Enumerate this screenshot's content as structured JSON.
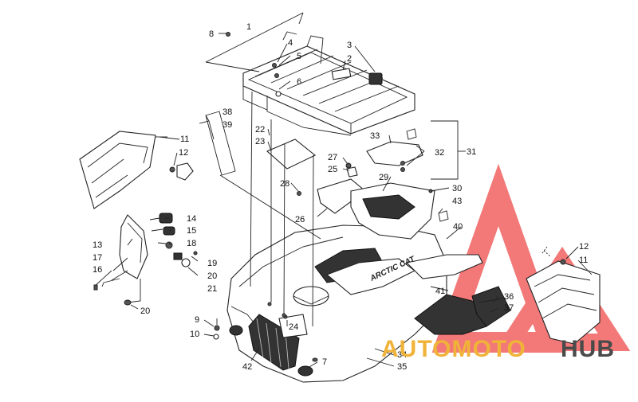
{
  "diagram": {
    "callouts": [
      {
        "id": "c1",
        "text": "1"
      },
      {
        "id": "c2",
        "text": "2"
      },
      {
        "id": "c3",
        "text": "3"
      },
      {
        "id": "c4",
        "text": "4"
      },
      {
        "id": "c5",
        "text": "5"
      },
      {
        "id": "c6",
        "text": "6"
      },
      {
        "id": "c7",
        "text": "7"
      },
      {
        "id": "c8",
        "text": "8"
      },
      {
        "id": "c9",
        "text": "9"
      },
      {
        "id": "c10",
        "text": "10"
      },
      {
        "id": "c11a",
        "text": "11"
      },
      {
        "id": "c11b",
        "text": "11"
      },
      {
        "id": "c12a",
        "text": "12"
      },
      {
        "id": "c12b",
        "text": "12"
      },
      {
        "id": "c13",
        "text": "13"
      },
      {
        "id": "c14",
        "text": "14"
      },
      {
        "id": "c15",
        "text": "15"
      },
      {
        "id": "c16",
        "text": "16"
      },
      {
        "id": "c17",
        "text": "17"
      },
      {
        "id": "c18",
        "text": "18"
      },
      {
        "id": "c19",
        "text": "19"
      },
      {
        "id": "c20a",
        "text": "20"
      },
      {
        "id": "c20b",
        "text": "20"
      },
      {
        "id": "c21",
        "text": "21"
      },
      {
        "id": "c22",
        "text": "22"
      },
      {
        "id": "c23",
        "text": "23"
      },
      {
        "id": "c24",
        "text": "24"
      },
      {
        "id": "c25",
        "text": "25"
      },
      {
        "id": "c26",
        "text": "26"
      },
      {
        "id": "c27",
        "text": "27"
      },
      {
        "id": "c28",
        "text": "28"
      },
      {
        "id": "c29",
        "text": "29"
      },
      {
        "id": "c30",
        "text": "30"
      },
      {
        "id": "c31",
        "text": "31"
      },
      {
        "id": "c32",
        "text": "32"
      },
      {
        "id": "c33",
        "text": "33"
      },
      {
        "id": "c34",
        "text": "34"
      },
      {
        "id": "c35",
        "text": "35"
      },
      {
        "id": "c36",
        "text": "36"
      },
      {
        "id": "c37",
        "text": "37"
      },
      {
        "id": "c38",
        "text": "38"
      },
      {
        "id": "c39",
        "text": "39"
      },
      {
        "id": "c40",
        "text": "40"
      },
      {
        "id": "c41",
        "text": "41"
      },
      {
        "id": "c42",
        "text": "42"
      },
      {
        "id": "c43",
        "text": "43"
      }
    ],
    "brand_text": "ARCTIC CAT"
  },
  "watermark": {
    "part1": "AUTOMOTO",
    "part2": "HUB",
    "color_primary": "#f0b33a",
    "color_secondary": "#4a4a4a",
    "logo_color": "#ef4b4b"
  }
}
